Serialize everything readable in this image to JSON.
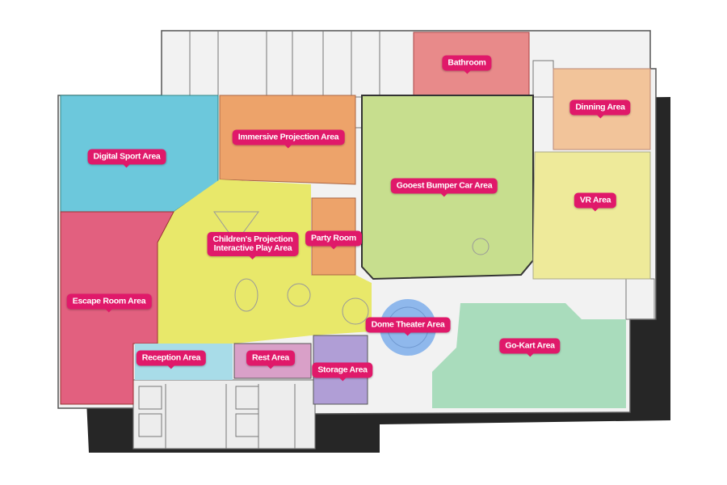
{
  "map": {
    "areas": [
      {
        "id": "bathroom",
        "label": "Bathroom",
        "color": "#e88a8a"
      },
      {
        "id": "dining",
        "label": "Dinning Area",
        "color": "#f2c49a"
      },
      {
        "id": "immersive",
        "label": "Immersive Projection Area",
        "color": "#eda36a"
      },
      {
        "id": "digital-sport",
        "label": "Digital Sport Area",
        "color": "#6cc8dc"
      },
      {
        "id": "bumper-car",
        "label": "Gooest Bumper Car Area",
        "color": "#c7de8e"
      },
      {
        "id": "vr",
        "label": "VR Area",
        "color": "#eeea9a"
      },
      {
        "id": "childrens-play",
        "label": "Children's Projection",
        "label_line2": "Interactive Play Area",
        "color": "#e8e86a"
      },
      {
        "id": "party-room",
        "label": "Party Room",
        "color": "#eda36a"
      },
      {
        "id": "escape-room",
        "label": "Escape Room Area",
        "color": "#e2607f"
      },
      {
        "id": "dome-theater",
        "label": "Dome Theater Area",
        "color": "#8fb8ec"
      },
      {
        "id": "go-kart",
        "label": "Go-Kart Area",
        "color": "#a9dcbc"
      },
      {
        "id": "reception",
        "label": "Reception Area",
        "color": "#a8dce8"
      },
      {
        "id": "rest",
        "label": "Rest Area",
        "color": "#d9a0c8"
      },
      {
        "id": "storage",
        "label": "Storage Area",
        "color": "#b09ed6"
      }
    ],
    "label_color": "#e0196a"
  }
}
